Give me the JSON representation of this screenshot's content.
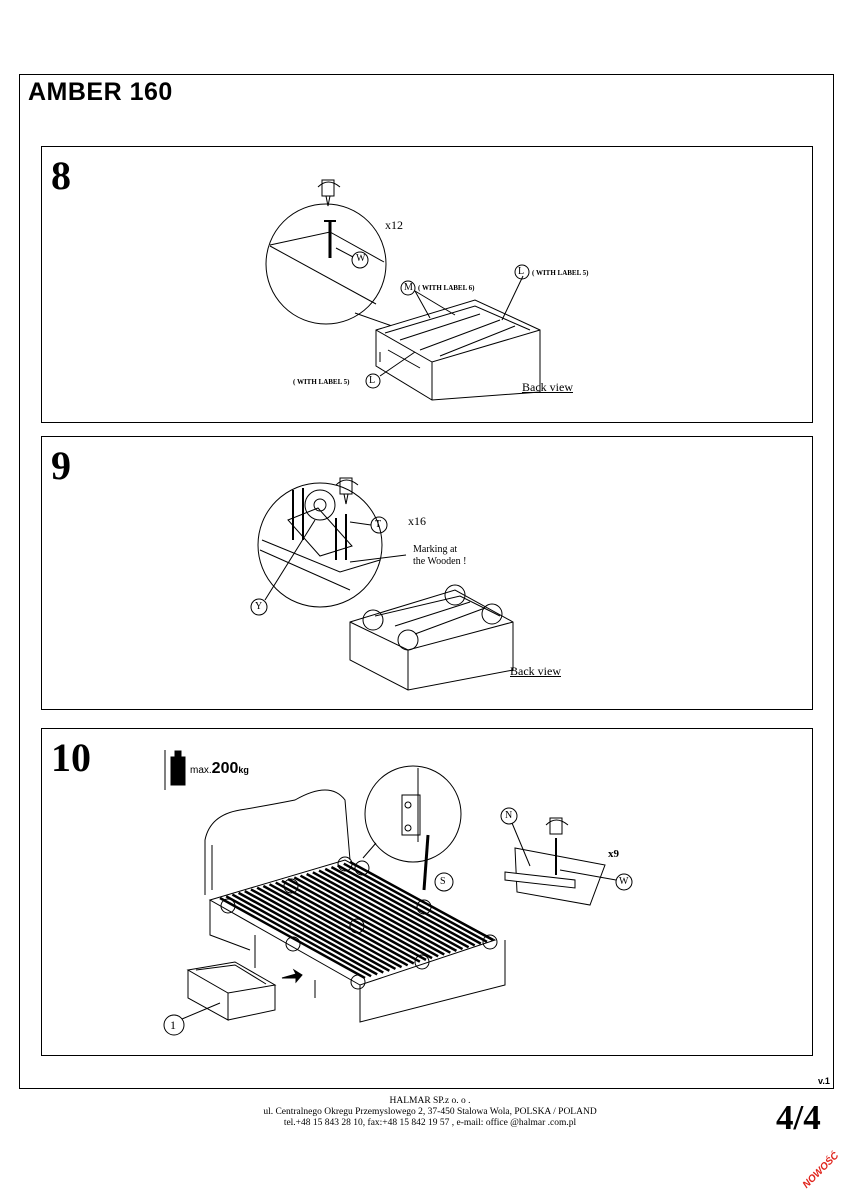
{
  "header": {
    "title": "AMBER  160"
  },
  "steps": [
    {
      "number": "8",
      "qty": "x12",
      "screw_label": "W",
      "part_m_label": "M",
      "part_m_note": "( WITH LABEL 6)",
      "part_l_label": "L",
      "part_l_note": "( WITH LABEL 5)",
      "part_l2_label": "L",
      "part_l2_note": "( WITH LABEL 5)",
      "view_caption": "Back view"
    },
    {
      "number": "9",
      "qty": "x16",
      "screw_label": "T",
      "bracket_label": "Y",
      "marking_note_line1": "Marking at",
      "marking_note_line2": "the Wooden !",
      "view_caption": "Back view"
    },
    {
      "number": "10",
      "max_load_prefix": "max.",
      "max_load_value": "200",
      "max_load_unit": "kg",
      "hook_label": "S",
      "part_n_label": "N",
      "screw_label": "W",
      "qty": "x9",
      "drawer_label": "1"
    }
  ],
  "footer": {
    "company": "HALMAR SP.z o. o .",
    "address": "ul. Centralnego Okregu Przemyslowego 2, 37-450 Stalowa Wola, POLSKA / POLAND",
    "contact": "tel.+48 15 843 28 10, fax:+48 15 842 19 57 , e-mail: office @halmar .com.pl",
    "page": "4/4",
    "version": "v.1",
    "badge": "NOWOŚĆ"
  }
}
